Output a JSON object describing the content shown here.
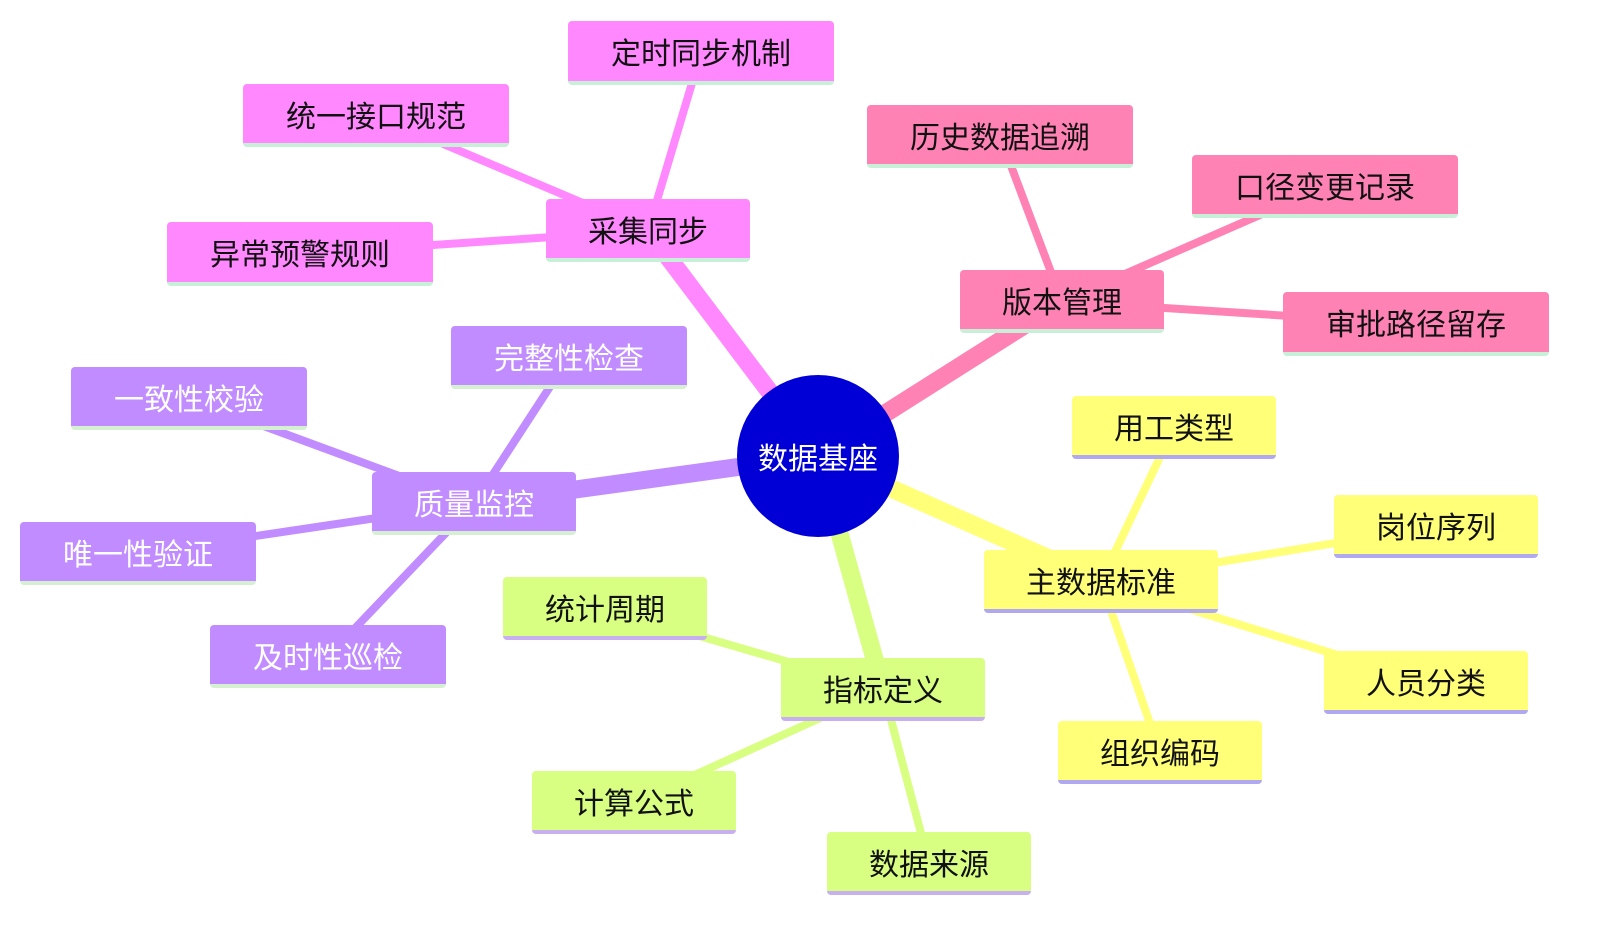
{
  "center": {
    "label": "数据基座",
    "color": "#0000d6",
    "text_color": "#ffffff"
  },
  "branches": [
    {
      "id": "collect",
      "label": "采集同步",
      "color": "#ff88ff",
      "text_color": "#111111",
      "underline": "#c8f0d8",
      "children": [
        "定时同步机制",
        "统一接口规范",
        "异常预警规则"
      ]
    },
    {
      "id": "version",
      "label": "版本管理",
      "color": "#ff82b4",
      "text_color": "#111111",
      "underline": "#c8f0d8",
      "children": [
        "历史数据追溯",
        "口径变更记录",
        "审批路径留存"
      ]
    },
    {
      "id": "master",
      "label": "主数据标准",
      "color": "#ffff78",
      "text_color": "#111111",
      "underline": "#b0a8f0",
      "children": [
        "用工类型",
        "岗位序列",
        "人员分类",
        "组织编码"
      ]
    },
    {
      "id": "metric",
      "label": "指标定义",
      "color": "#d8ff82",
      "text_color": "#111111",
      "underline": "#c8b0f0",
      "children": [
        "统计周期",
        "计算公式",
        "数据来源"
      ]
    },
    {
      "id": "quality",
      "label": "质量监控",
      "color": "#c08cff",
      "text_color": "#ffffff",
      "underline": "#d4f0d0",
      "children": [
        "完整性检查",
        "一致性校验",
        "唯一性验证",
        "及时性巡检"
      ]
    }
  ]
}
